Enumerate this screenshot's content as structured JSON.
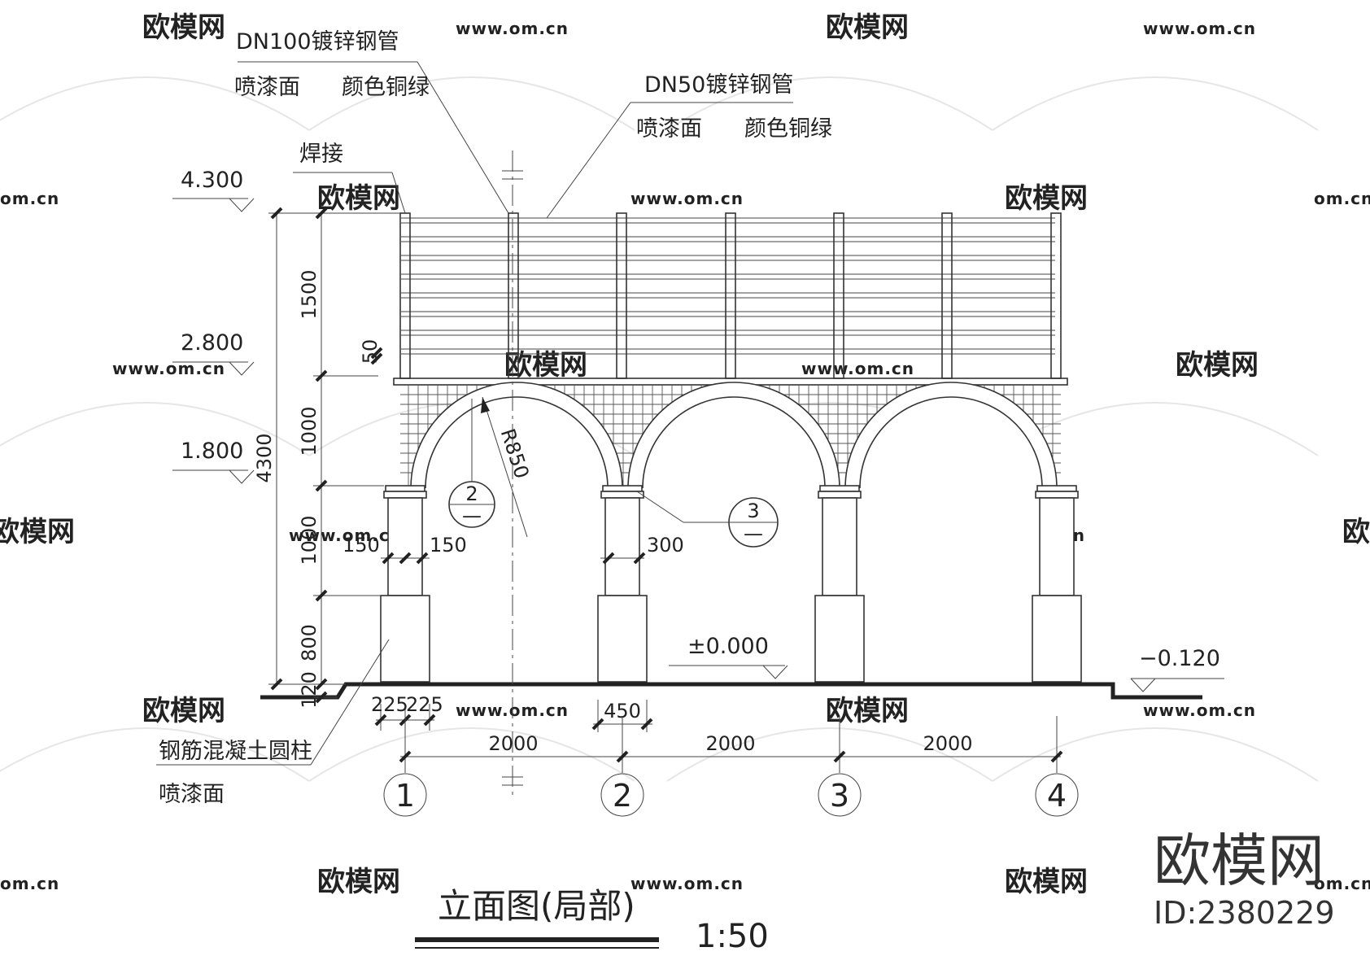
{
  "annotations": {
    "dn100_pipe": "DN100镀锌钢管",
    "dn100_paint": "喷漆面",
    "dn100_color": "颜色铜绿",
    "dn50_pipe": "DN50镀锌钢管",
    "dn50_paint": "喷漆面",
    "dn50_color": "颜色铜绿",
    "weld": "焊接",
    "column_material": "钢筋混凝土圆柱",
    "column_paint": "喷漆面"
  },
  "levels": {
    "top": "4.300",
    "beam": "2.800",
    "springline": "1.800",
    "ground": "±0.000",
    "outside": "−0.120"
  },
  "dimensions": {
    "seg_1500": "1500",
    "seg_50": "50",
    "seg_1000a": "1000",
    "seg_1000b": "1000",
    "seg_800": "800",
    "seg_120": "120",
    "total_4300": "4300",
    "radius": "R850",
    "col_150a": "150",
    "col_150b": "150",
    "col_300": "300",
    "base_225a": "225",
    "base_225b": "225",
    "base_450": "450",
    "bay_1": "2000",
    "bay_2": "2000",
    "bay_3": "2000"
  },
  "callouts": {
    "detail_2_top": "2",
    "detail_2_bottom": "—",
    "detail_3_top": "3",
    "detail_3_bottom": "—"
  },
  "axes": [
    "1",
    "2",
    "3",
    "4"
  ],
  "title": {
    "name": "立面图(局部)",
    "scale": "1:50"
  },
  "watermark": {
    "brand": "欧模网",
    "url": "www.om.cn",
    "url_partial": "om.cn",
    "id": "ID:2380229"
  }
}
